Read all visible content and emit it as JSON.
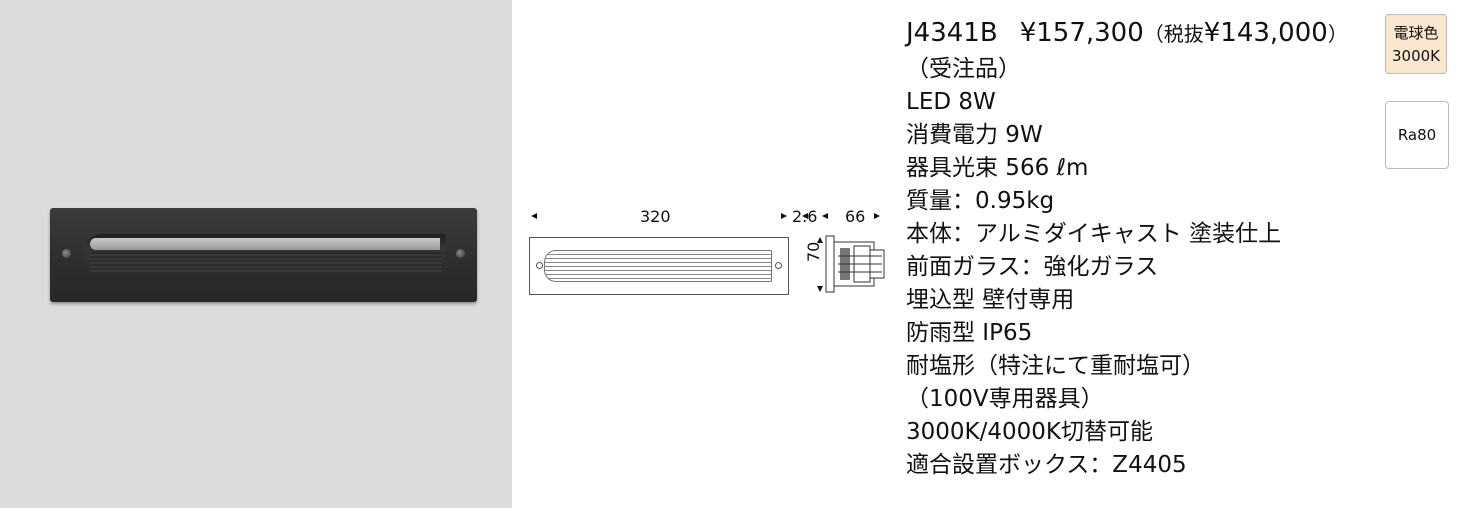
{
  "product": {
    "model": "J4341B",
    "price": "¥157,300",
    "price_excl_prefix": "（税抜",
    "price_excl": "¥143,000",
    "price_excl_suffix": "）",
    "order_note": "（受注品）",
    "specs": [
      "LED 8W",
      "消費電力 9W",
      "器具光束 566 ℓm",
      "質量：0.95kg",
      "本体：アルミダイキャスト  塗装仕上",
      "前面ガラス：強化ガラス",
      "埋込型 壁付専用",
      "防雨型 IP65",
      "耐塩形（特注にて重耐塩可）",
      "（100V専用器具）",
      "3000K/4000K切替可能",
      "適合設置ボックス：Z4405"
    ]
  },
  "badges": {
    "color_line1": "電球色",
    "color_line2": "3000K",
    "color_bg": "#fbe7cf",
    "ra": "Ra80"
  },
  "dimensions": {
    "width": "320",
    "depth_flange": "2.6",
    "depth": "66",
    "height": "70"
  },
  "colors": {
    "photo_bg": "#dcdcdc",
    "fixture": "#2e2f31"
  }
}
